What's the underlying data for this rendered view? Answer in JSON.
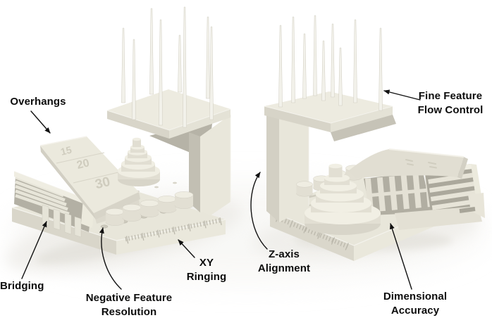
{
  "annotations": [
    {
      "id": "overhangs",
      "lines": [
        "Overhangs"
      ]
    },
    {
      "id": "bridging",
      "lines": [
        "Bridging"
      ]
    },
    {
      "id": "negative-feature-resolution",
      "lines": [
        "Negative Feature",
        "Resolution"
      ]
    },
    {
      "id": "xy-ringing",
      "lines": [
        "XY",
        "Ringing"
      ]
    },
    {
      "id": "z-axis-alignment",
      "lines": [
        "Z-axis",
        "Alignment"
      ]
    },
    {
      "id": "fine-feature-flow-control",
      "lines": [
        "Fine Feature",
        "Flow Control"
      ]
    },
    {
      "id": "dimensional-accuracy",
      "lines": [
        "Dimensional",
        "Accuracy"
      ]
    }
  ],
  "embossed_overhang_angles": [
    "15",
    "20",
    "30"
  ],
  "colors": {
    "background": "#ffffff",
    "object_body": "#e8e6da",
    "object_bright": "#f2f1ea",
    "object_shade": "#d6d3c7",
    "object_recess": "#b0ada1",
    "ground_shadow": "#e8e6e1",
    "annotation_text": "#0c0c0c",
    "arrow": "#111111"
  }
}
